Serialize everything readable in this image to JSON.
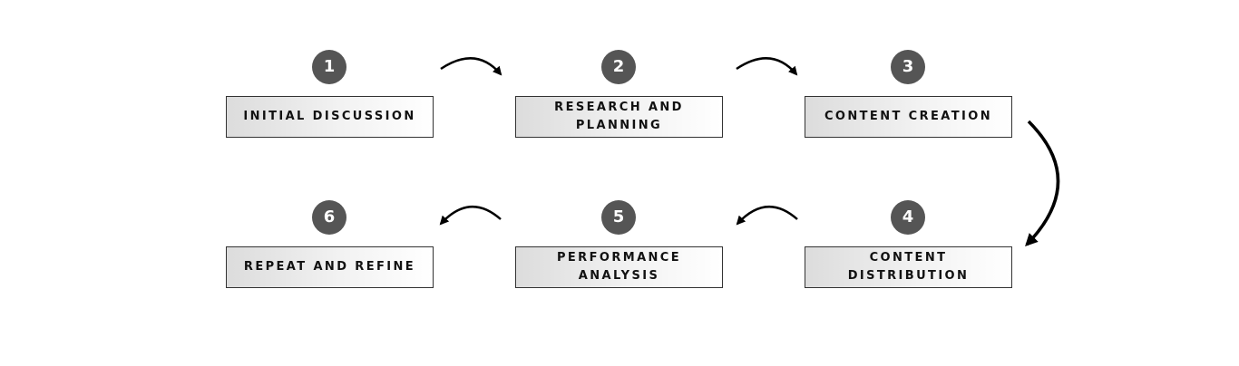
{
  "steps": [
    {
      "number": "1",
      "label": "INITIAL DISCUSSION"
    },
    {
      "number": "2",
      "label": "RESEARCH AND PLANNING"
    },
    {
      "number": "3",
      "label": "CONTENT CREATION"
    },
    {
      "number": "4",
      "label": "CONTENT DISTRIBUTION"
    },
    {
      "number": "5",
      "label": "PERFORMANCE ANALYSIS"
    },
    {
      "number": "6",
      "label": "REPEAT AND REFINE"
    }
  ],
  "colors": {
    "badge": "#555555",
    "badge_text": "#ffffff",
    "box_border": "#333333",
    "arrow": "#000000",
    "text": "#111111"
  }
}
